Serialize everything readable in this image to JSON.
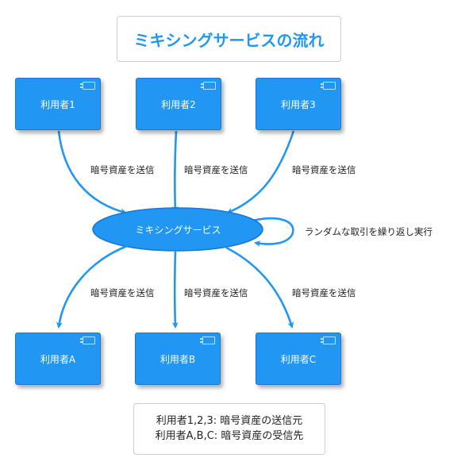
{
  "title": "ミキシングサービスの流れ",
  "service": {
    "label": "ミキシングサービス"
  },
  "senders": [
    {
      "label": "利用者1"
    },
    {
      "label": "利用者2"
    },
    {
      "label": "利用者3"
    }
  ],
  "receivers": [
    {
      "label": "利用者A"
    },
    {
      "label": "利用者B"
    },
    {
      "label": "利用者C"
    }
  ],
  "edges": {
    "send_label": "暗号資産を送信",
    "loop_label": "ランダムな取引を繰り返し実行"
  },
  "legend": {
    "line1": "利用者1,2,3: 暗号資産の送信元",
    "line2": "利用者A,B,C: 暗号資産の受信先"
  },
  "colors": {
    "accent": "#2196f3",
    "border": "#1976d2"
  }
}
